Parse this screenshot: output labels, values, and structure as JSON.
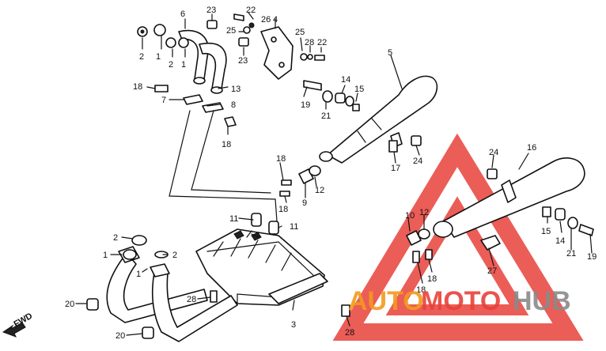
{
  "diagram": {
    "callouts": [
      "1",
      "2",
      "3",
      "4",
      "5",
      "6",
      "7",
      "8",
      "9",
      "10",
      "11",
      "12",
      "13",
      "14",
      "15",
      "16",
      "17",
      "18",
      "19",
      "20",
      "21",
      "22",
      "23",
      "24",
      "25",
      "26",
      "27",
      "28"
    ],
    "direction_label": "FWD"
  },
  "watermark": {
    "word_a": "AUTO",
    "word_b": "MOTO",
    "word_c": "HUB",
    "colors": {
      "red": "#e8413a",
      "orange": "#f39a1e",
      "gray": "#8a8a8a"
    }
  }
}
